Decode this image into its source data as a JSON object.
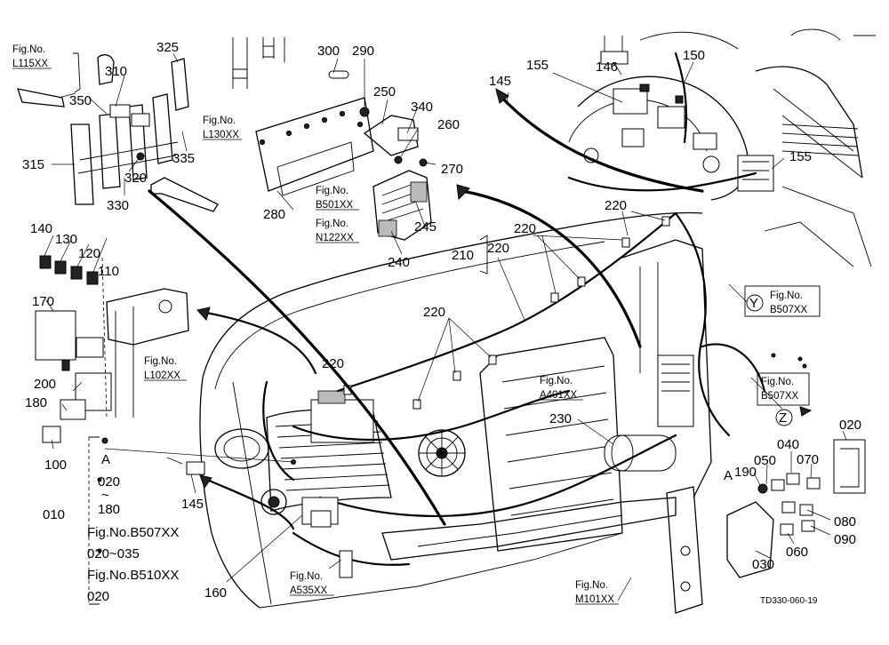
{
  "drawing_id": "TD330-060-19",
  "parts": [
    {
      "label": "325"
    },
    {
      "label": "310"
    },
    {
      "label": "350"
    },
    {
      "label": "315"
    },
    {
      "label": "320"
    },
    {
      "label": "330"
    },
    {
      "label": "335"
    },
    {
      "label": "300"
    },
    {
      "label": "290"
    },
    {
      "label": "250"
    },
    {
      "label": "340"
    },
    {
      "label": "260"
    },
    {
      "label": "270"
    },
    {
      "label": "280"
    },
    {
      "label": "245"
    },
    {
      "label": "240"
    },
    {
      "label": "145"
    },
    {
      "label": "155"
    },
    {
      "label": "146"
    },
    {
      "label": "150"
    },
    {
      "label": "155"
    },
    {
      "label": "220"
    },
    {
      "label": "220"
    },
    {
      "label": "220"
    },
    {
      "label": "210"
    },
    {
      "label": "220"
    },
    {
      "label": "220"
    },
    {
      "label": "140"
    },
    {
      "label": "130"
    },
    {
      "label": "120"
    },
    {
      "label": "110"
    },
    {
      "label": "170"
    },
    {
      "label": "200"
    },
    {
      "label": "180"
    },
    {
      "label": "100"
    },
    {
      "label": "145"
    },
    {
      "label": "160"
    },
    {
      "label": "230"
    },
    {
      "label": "020"
    },
    {
      "label": "050"
    },
    {
      "label": "040"
    },
    {
      "label": "070"
    },
    {
      "label": "190"
    },
    {
      "label": "080"
    },
    {
      "label": "060"
    },
    {
      "label": "090"
    },
    {
      "label": "030"
    },
    {
      "label": "010"
    }
  ],
  "figure_refs": [
    {
      "line1": "Fig.No.",
      "line2": "L115XX"
    },
    {
      "line1": "Fig.No.",
      "line2": "L130XX"
    },
    {
      "line1": "Fig.No.",
      "line2": "B501XX"
    },
    {
      "line1": "Fig.No.",
      "line2": "N122XX"
    },
    {
      "line1": "Fig.No.",
      "line2": "L102XX"
    },
    {
      "line1": "Fig.No.",
      "line2": "A401XX"
    },
    {
      "line1": "Fig.No.",
      "line2": "B507XX"
    },
    {
      "line1": "Fig.No.",
      "line2": "B507XX"
    },
    {
      "line1": "Fig.No.",
      "line2": "A535XX"
    },
    {
      "line1": "Fig.No.",
      "line2": "M101XX"
    }
  ],
  "view_markers": {
    "a_main": "A",
    "a_detail": "A",
    "y": "Y",
    "z": "Z"
  },
  "assembly_note": {
    "head": "A",
    "r1": "020",
    "tilde": "~",
    "r2": "180",
    "r3": "Fig.No.B507XX",
    "r4": "020~035",
    "r5": "Fig.No.B510XX",
    "r6": "020",
    "assembly_label": "010"
  }
}
